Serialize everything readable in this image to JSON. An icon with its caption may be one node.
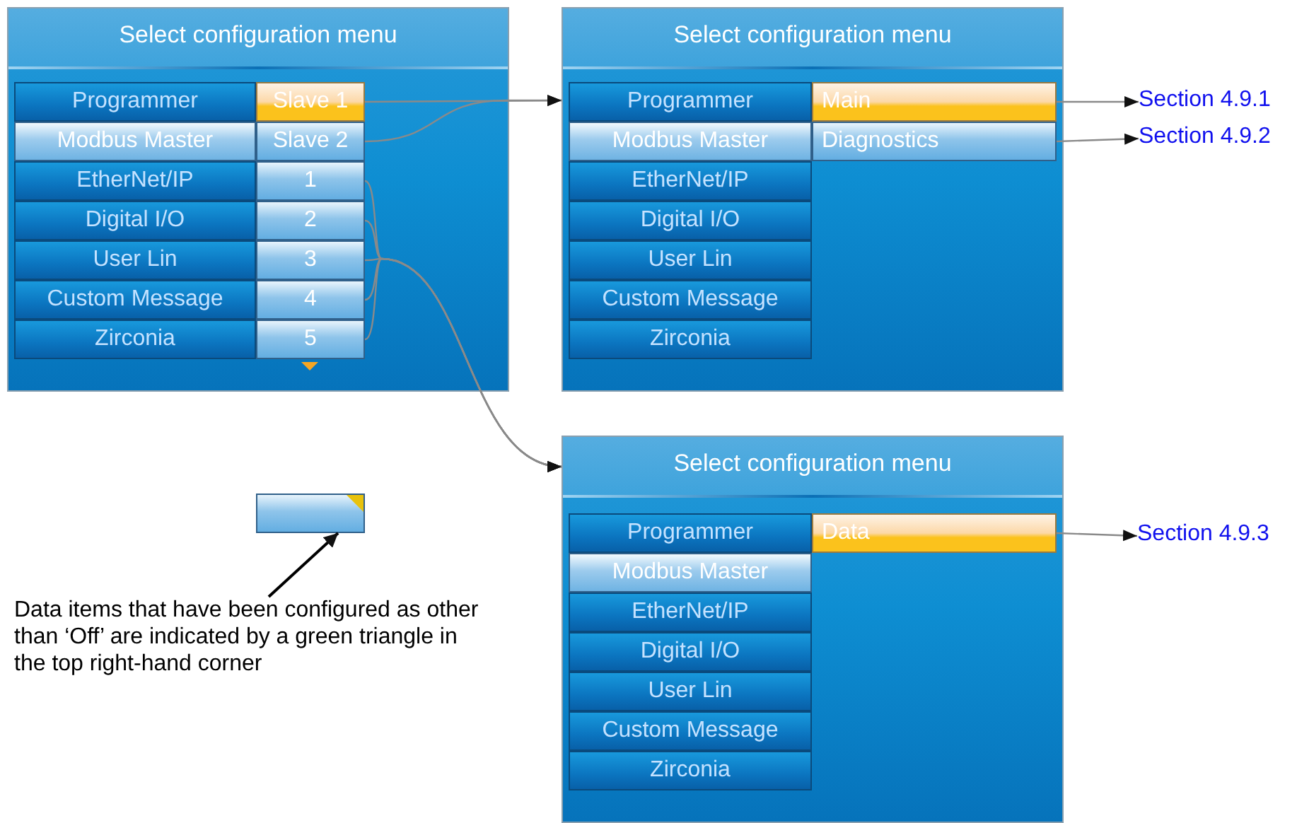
{
  "diagram": {
    "nodes": [
      {
        "text": [
          "Select configuration menu"
        ]
      },
      {
        "text": [
          "Programmer"
        ],
        "in": 0
      },
      {
        "text": [
          "Modbus Master"
        ],
        "in": 0
      },
      {
        "text": [
          "EtherNet/IP"
        ],
        "in": 0
      },
      {
        "text": [
          "Digital I/O"
        ],
        "in": 0
      },
      {
        "text": [
          "User Lin"
        ],
        "in": 0
      },
      {
        "text": [
          "Custom Message"
        ],
        "in": 0
      },
      {
        "text": [
          "Zirconia"
        ],
        "in": 0
      },
      {
        "text": [
          "Slave 1"
        ],
        "in": 0
      },
      {
        "text": [
          "Slave 2"
        ],
        "in": 0
      },
      {
        "text": [
          "1"
        ],
        "in": 0
      },
      {
        "text": [
          "2"
        ],
        "in": 0
      },
      {
        "text": [
          "3"
        ],
        "in": 0
      },
      {
        "text": [
          "4"
        ],
        "in": 0
      },
      {
        "text": [
          "5"
        ],
        "in": 0
      },
      {
        "text": [
          "Select configuration menu"
        ]
      },
      {
        "text": [
          "Programmer"
        ],
        "in": 15
      },
      {
        "text": [
          "Modbus Master"
        ],
        "in": 15
      },
      {
        "text": [
          "EtherNet/IP"
        ],
        "in": 15
      },
      {
        "text": [
          "Digital I/O"
        ],
        "in": 15
      },
      {
        "text": [
          "User Lin"
        ],
        "in": 15
      },
      {
        "text": [
          "Custom Message"
        ],
        "in": 15
      },
      {
        "text": [
          "Zirconia"
        ],
        "in": 15
      },
      {
        "text": [
          "Main"
        ],
        "in": 15
      },
      {
        "text": [
          "Diagnostics"
        ],
        "in": 15
      },
      {
        "text": [
          "Select configuration menu"
        ]
      },
      {
        "text": [
          "Programmer"
        ],
        "in": 25
      },
      {
        "text": [
          "Modbus Master"
        ],
        "in": 25
      },
      {
        "text": [
          "EtherNet/IP"
        ],
        "in": 25
      },
      {
        "text": [
          "Digital I/O"
        ],
        "in": 25
      },
      {
        "text": [
          "User Lin"
        ],
        "in": 25
      },
      {
        "text": [
          "Custom Message"
        ],
        "in": 25
      },
      {
        "text": [
          "Zirconia"
        ],
        "in": 25
      },
      {
        "text": [
          "Data"
        ],
        "in": 25
      },
      {
        "text": [
          "Section 4.9.1"
        ]
      },
      {
        "text": [
          "Section 4.9.2"
        ]
      },
      {
        "text": [
          "Section 4.9.3"
        ]
      },
      {
        "text": [],
        "shape": "box"
      },
      {
        "text": [
          "Data items that have been configured as other than ‘Off’ are indicated by a green triangle in the top right-hand corner"
        ]
      }
    ],
    "edges": [
      {
        "from": 8,
        "to": 15,
        "arrow": "to"
      },
      {
        "from": 9,
        "to": 15,
        "arrow": "to"
      },
      {
        "from": 10,
        "to": 25,
        "arrow": "to"
      },
      {
        "from": 11,
        "to": 25,
        "arrow": "to"
      },
      {
        "from": 12,
        "to": 25,
        "arrow": "to"
      },
      {
        "from": 13,
        "to": 25,
        "arrow": "to"
      },
      {
        "from": 14,
        "to": 25,
        "arrow": "to"
      },
      {
        "from": 23,
        "to": 34,
        "arrow": "to"
      },
      {
        "from": 24,
        "to": 35,
        "arrow": "to"
      },
      {
        "from": 33,
        "to": 36,
        "arrow": "to"
      },
      {
        "from": 38,
        "to": 37,
        "arrow": "to",
        "color": "#000000"
      }
    ]
  }
}
